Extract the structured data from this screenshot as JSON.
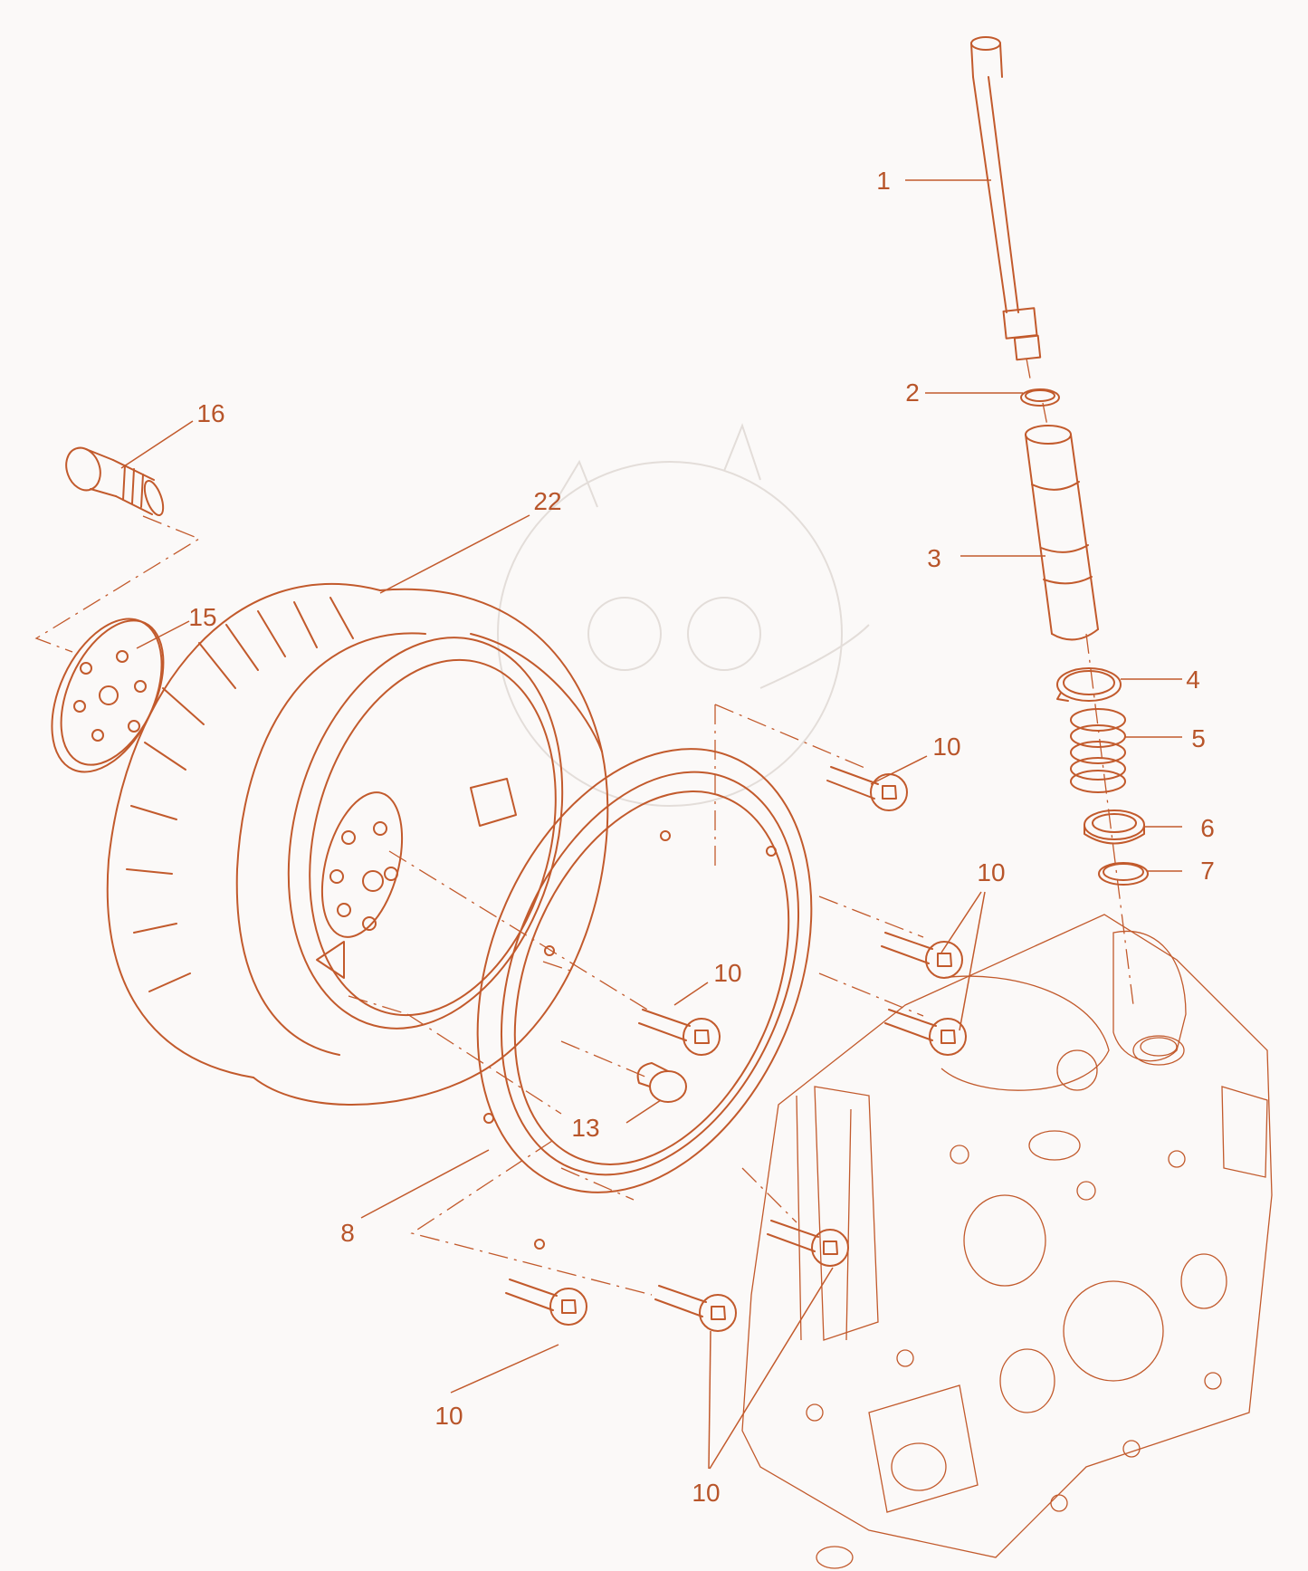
{
  "colors": {
    "line": "#c25a2c",
    "label": "#b8552a",
    "background": "#fbf9f8",
    "watermark": "#d9d2cc"
  },
  "callouts": [
    {
      "id": "c1",
      "text": "1"
    },
    {
      "id": "c2",
      "text": "2"
    },
    {
      "id": "c3",
      "text": "3"
    },
    {
      "id": "c4",
      "text": "4"
    },
    {
      "id": "c5",
      "text": "5"
    },
    {
      "id": "c6",
      "text": "6"
    },
    {
      "id": "c7",
      "text": "7"
    },
    {
      "id": "c8",
      "text": "8"
    },
    {
      "id": "c10a",
      "text": "10"
    },
    {
      "id": "c10b",
      "text": "10"
    },
    {
      "id": "c10c",
      "text": "10"
    },
    {
      "id": "c10d",
      "text": "10"
    },
    {
      "id": "c10e",
      "text": "10"
    },
    {
      "id": "c13",
      "text": "13"
    },
    {
      "id": "c15",
      "text": "15"
    },
    {
      "id": "c16",
      "text": "16"
    },
    {
      "id": "c22",
      "text": "22"
    }
  ]
}
